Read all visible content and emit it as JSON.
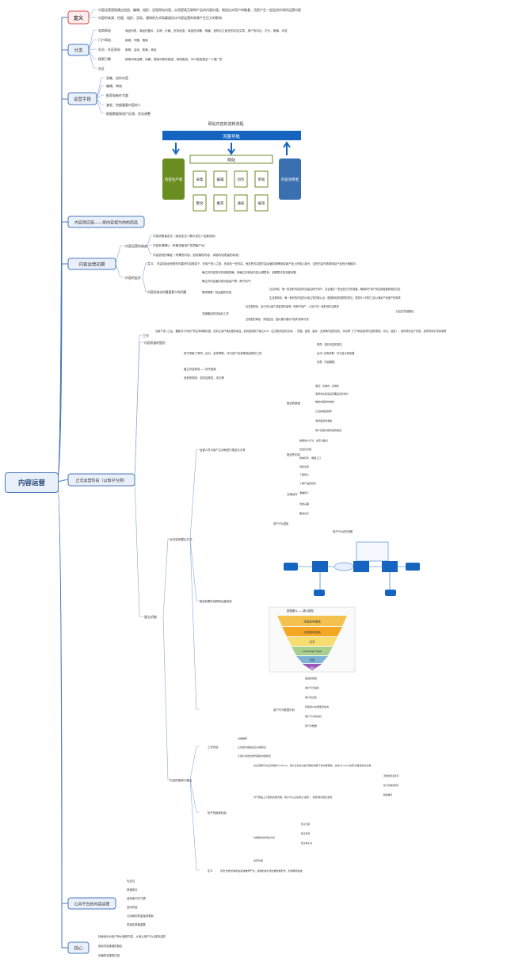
{
  "root": "内容运营",
  "colors": {
    "line": "#4a78b8",
    "red": "#d9534f",
    "blue_bar": "#1565c0",
    "olive": "#6b8e23",
    "steel": "#3a6fb0"
  },
  "branches": {
    "definition": {
      "label": "定义",
      "items": [
        "内容运营是指通过创造、编辑、组织、呈现网站内容，从而提高互联网产品的内容价值，制造出对用户的黏着、活跃产生一定促进作用的运营内容",
        "内容的来源、挖掘、组织、呈现，通知的方式和渠道设计内容运营的效果产生巨大的影响"
      ]
    },
    "examples": {
      "label": "分类",
      "rows": [
        {
          "k": "电商网站",
          "v": "商品列表，商品的图片、名称、价格、折扣信息，商品的详情、规格、选购与之相关的内容文章、用户的评论、打分，晒单，问答"
        },
        {
          "k": "门户网站",
          "v": "新闻，专题，搜索"
        },
        {
          "k": "社交，社区网站",
          "v": "新闻，活动，故事，商品"
        },
        {
          "k": "搜索引擎",
          "v": "搜索词条结果，标题，搜索词条的描述，网络推送，SEO描述是否一个推广的"
        },
        {
          "k": "社区",
          "v": ""
        }
      ]
    },
    "means": {
      "label": "运营手段",
      "items": [
        "采集，创作内容",
        "编辑，审核",
        "推荐和制作专题",
        "激发，挖掘重要内容的人",
        "根据数据和用户反馈，优化调整"
      ]
    },
    "flow": {
      "title": "网站内容的流转流程",
      "bar": "流量导航",
      "site": "网站",
      "producer": "内容生产者",
      "consumer": "内容消费者",
      "row1": [
        "采集",
        "编辑",
        "创作",
        "审核"
      ],
      "row2": [
        "整合",
        "推荐",
        "通知",
        "展现"
      ]
    },
    "supply": {
      "label": "内容供应链——将内容视为你的商品"
    },
    "initial": {
      "label": "内容运营初期",
      "sub1": {
        "label": "内容运营的维度",
        "items": [
          "内容消费者定位（用此定位+展示定位+运营目标）",
          "内容来源确认（采集或者用户的贡献产出）",
          "内容呈现的确定（考察您内容，如何展现内容，详细内容质量的标准）"
        ]
      },
      "sub2": {
        "label": "内容的起步",
        "def": {
          "k": "定义",
          "v": "内容初始化就是在构建好内容框架下，在用户进入之前，在填充一些内容，而这些内容是内容运营初期筛选或者产品上的核心部分，这些内容代表着网站产品的价值取向"
        },
        "start": {
          "label": "内容初始化的重要意义和问题",
          "items": [
            "确立好内容所在的领域范畴，即确立本网站内容以哪里来，到哪里去的流程问题",
            "确立好内容面向的初始用户群（种子用户）"
          ],
          "q": "想清楚第一批运营的内容",
          "q_items": [
            "社交网站：第一批初的内容如何去留住种子用户，并且通过一些运营方式的准备，确保种子用户的活跃程度和促成交互",
            "生活型网站：第一批初的内容的价值主导的核心点，塑造网站的物质的表达，提供什么样的工具以满足产品用户的需求"
          ],
          "key": "关键路径的初始化工作",
          "key_items": [
            "社交型网站：自己作为用户或者发布最有一些种子用户，以至于在一段时间内活跃的",
            "社区的关键路径",
            "交易型的网站：商品信息，图片展示展示内容时效和分类"
          ]
        }
      }
    },
    "official": {
      "label": "正式运营阶段（以知乎为例）",
      "work": {
        "k": "工作",
        "v": "当用户进入之后，要能对于你用户的生命周期长度，如何让用户满意度的增加，如何促进用户建立UGC（生成型内容的活动），挖掘，激发，留存，交易等内容的优化，评论等（门户网站着重内容的表现，评论，回复），如何导向生产内容，如何导向引导阅读等"
      },
      "mech": {
        "label": "内容质量的甄别",
        "items": [
          "知乎采取了赞同，反对，没有帮助，作为用户自我筛选选择的工具",
          "建立内容规范——知乎指南",
          "其他的规则：如内容规范，评论等"
        ],
        "sub": [
          "赞同：提升内容的排名",
          "反对+没有帮助：作为显示的依据",
          "折叠：内容糟糕"
        ]
      },
      "build": {
        "label": "建立机制",
        "guide": {
          "label": "运营人员对用户主动和进行推送与引导",
          "groups": [
            {
              "k": "推送的渠道",
              "items": [
                "渠道：系统内，系统外",
                "选择考虑渠道是否覆盖目标用户",
                "推送内容的时效性",
                "日活的推送频率",
                "选送渠道的准备",
                "用户创造内容未经的渠道"
              ]
            },
            {
              "k": "推送的内容",
              "items": [
                "根据用户行为，给定兴趣点",
                "位置及内容",
                "成单有序，明细上口",
                "特别注意"
              ]
            },
            {
              "k": "文案创作",
              "items": [
                "了解受众",
                "了解产品和目标",
                "准确意义",
                "激发兴趣",
                "要经表示"
              ]
            }
          ]
        },
        "channel": {
          "label": "对内容的露出方式",
          "items": [
            "用户行为直接",
            "用户行为的流程"
          ]
        },
        "funnel": {
          "label": "推送效果的追踪和运营改进",
          "title": "数据漏斗——漏斗模型",
          "levels": [
            "完成发布推送",
            "达到落地页面",
            "点击",
            "Landing Page",
            "完成",
            "收益"
          ]
        },
        "data": {
          "label": "用户行为数据分析",
          "items": [
            "渠道的质量",
            "用户行为指标",
            "用户的去处",
            "有些用户在哪里流失的",
            "用户行为的喜好",
            "有行为数据"
          ]
        }
      },
      "recommend": {
        "label": "内容的推荐与整合",
        "work": {
          "label": "工作内容",
          "items": [
            "内容推荐",
            "让优质内容露出及内容整合",
            "让用户读到优质内容的内容整合"
          ]
        },
        "zhihu": {
          "label": "知乎的推荐机制",
          "timeline": "关注话题与关注问题的Timeline，用户主动关注的问题和话题下的内容更新，去往Timeline的形式呈现给关注者",
          "hot": "对于网站上大量的优质内容，用户可以主动通过'发现'，'话题'等功能去发现",
          "hot_items": [
            "话题的答案索引",
            "热门内容的排行",
            "精选推荐"
          ],
          "integrate": "内容整合的具体方式",
          "integrate_items": [
            "知乎日报",
            "知乎周刊",
            "知乎电子书"
          ],
          "users": "运营内容"
        },
        "tactic": {
          "k": "定义",
          "v": "实现'优质'的事件由系统推荐产生，编辑的用户通过推送等形式，利用规则投放"
        }
      }
    },
    "public": {
      "label": "公共平台的内容运营",
      "items": [
        "先定位",
        "快速成长",
        "适用用户的习惯",
        "坚持内容",
        "与持续的质量保持更新",
        "质量任是最重要"
      ]
    },
    "core": {
      "label": "核心",
      "items": [
        "持续地对对用户有价值的内容，从而让用户可以保持活跃",
        "保持内容渠道的稳定",
        "传播的关键是内容"
      ]
    }
  }
}
